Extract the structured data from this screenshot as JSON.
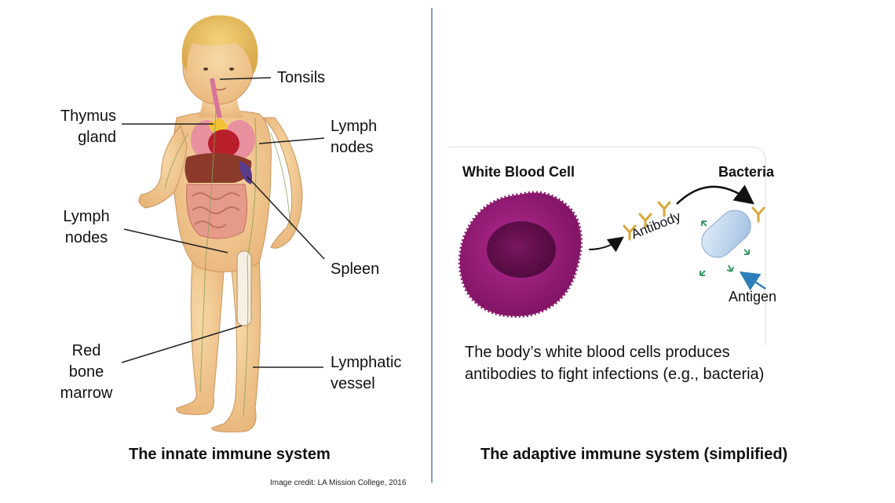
{
  "innate": {
    "labels": {
      "tonsils": "Tonsils",
      "thymus_line1": "Thymus",
      "thymus_line2": "gland",
      "lymph_right_line1": "Lymph",
      "lymph_right_line2": "nodes",
      "lymph_left_line1": "Lymph",
      "lymph_left_line2": "nodes",
      "spleen": "Spleen",
      "marrow_line1": "Red",
      "marrow_line2": "bone",
      "marrow_line3": "marrow",
      "vessel_line1": "Lymphatic",
      "vessel_line2": "vessel"
    },
    "caption": "The innate immune system",
    "credit": "Image credit: LA Mission College, 2016"
  },
  "adaptive": {
    "white_blood_cell": "White Blood Cell",
    "bacteria": "Bacteria",
    "antibody": "Antibody",
    "antigen": "Antigen",
    "description_line1": "The body’s white blood cells produces",
    "description_line2": "antibodies to fight infections (e.g., bacteria)",
    "caption": "The adaptive immune system (simplified)"
  },
  "colors": {
    "divider": "#7a9ccc",
    "skin": "#f2c98f",
    "cell": "#9c1f7a",
    "nucleus": "#6a0f52",
    "antibody": "#d8a93a",
    "bacteria": "#b9d4ee",
    "antigen_arrow": "#2c7fb8"
  }
}
